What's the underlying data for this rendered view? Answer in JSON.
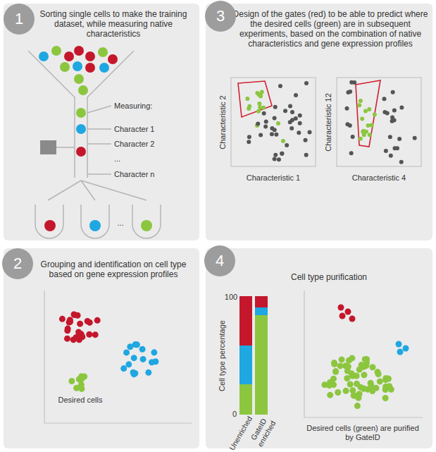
{
  "diagram": {
    "nodes": [
      {
        "text": [
          "Sorting single cells to make the training dataset, while measuring native characteristics"
        ]
      },
      {
        "text": [
          "1"
        ],
        "in": 0
      },
      {
        "text": [
          "Design of the gates (red) to be able to predict where the desired cells (green) are in subsequent experiments, based on the combination of native characteristics and gene expression profiles"
        ]
      },
      {
        "text": [
          "3"
        ],
        "in": 2
      },
      {
        "text": [
          "Grouping and identification on cell type based on gene expression profiles"
        ]
      },
      {
        "text": [
          "2"
        ],
        "in": 4
      },
      {
        "text": [
          "Cell type purification"
        ]
      },
      {
        "text": [
          "4"
        ],
        "in": 6
      }
    ],
    "edges": [],
    "labels": [
      "Measuring:",
      "Character 1",
      "Character 2",
      "...",
      "Character n",
      "...",
      "Characteristic 2",
      "Characteristic 1",
      "Characteristic 12",
      "Characteristic 4",
      "Desired cells",
      "100",
      "0",
      "Cell type percentage",
      "Unenriched",
      "GateID enriched",
      "Desired cells (green) are purified by GateID"
    ]
  }
}
